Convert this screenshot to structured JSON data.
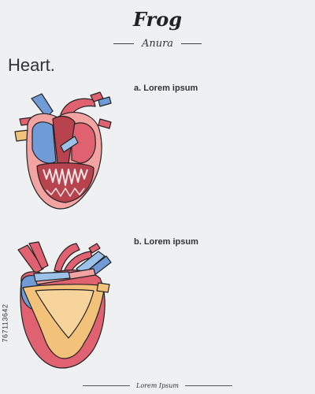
{
  "header": {
    "title": "Frog",
    "subtitle": "Anura"
  },
  "section": {
    "title": "Heart."
  },
  "labels": {
    "a": "a. Lorem ipsum",
    "b": "b. Lorem ipsum"
  },
  "footer": {
    "text": "Lorem Ipsum"
  },
  "stock_id": "767113642",
  "colors": {
    "red": "#e0616f",
    "dark_red": "#b8434e",
    "pink": "#f4a3a3",
    "blue": "#6f9bd6",
    "light_blue": "#9cc2ea",
    "tan": "#f2c27a",
    "outline": "#222222",
    "background": "#eef0f2"
  }
}
